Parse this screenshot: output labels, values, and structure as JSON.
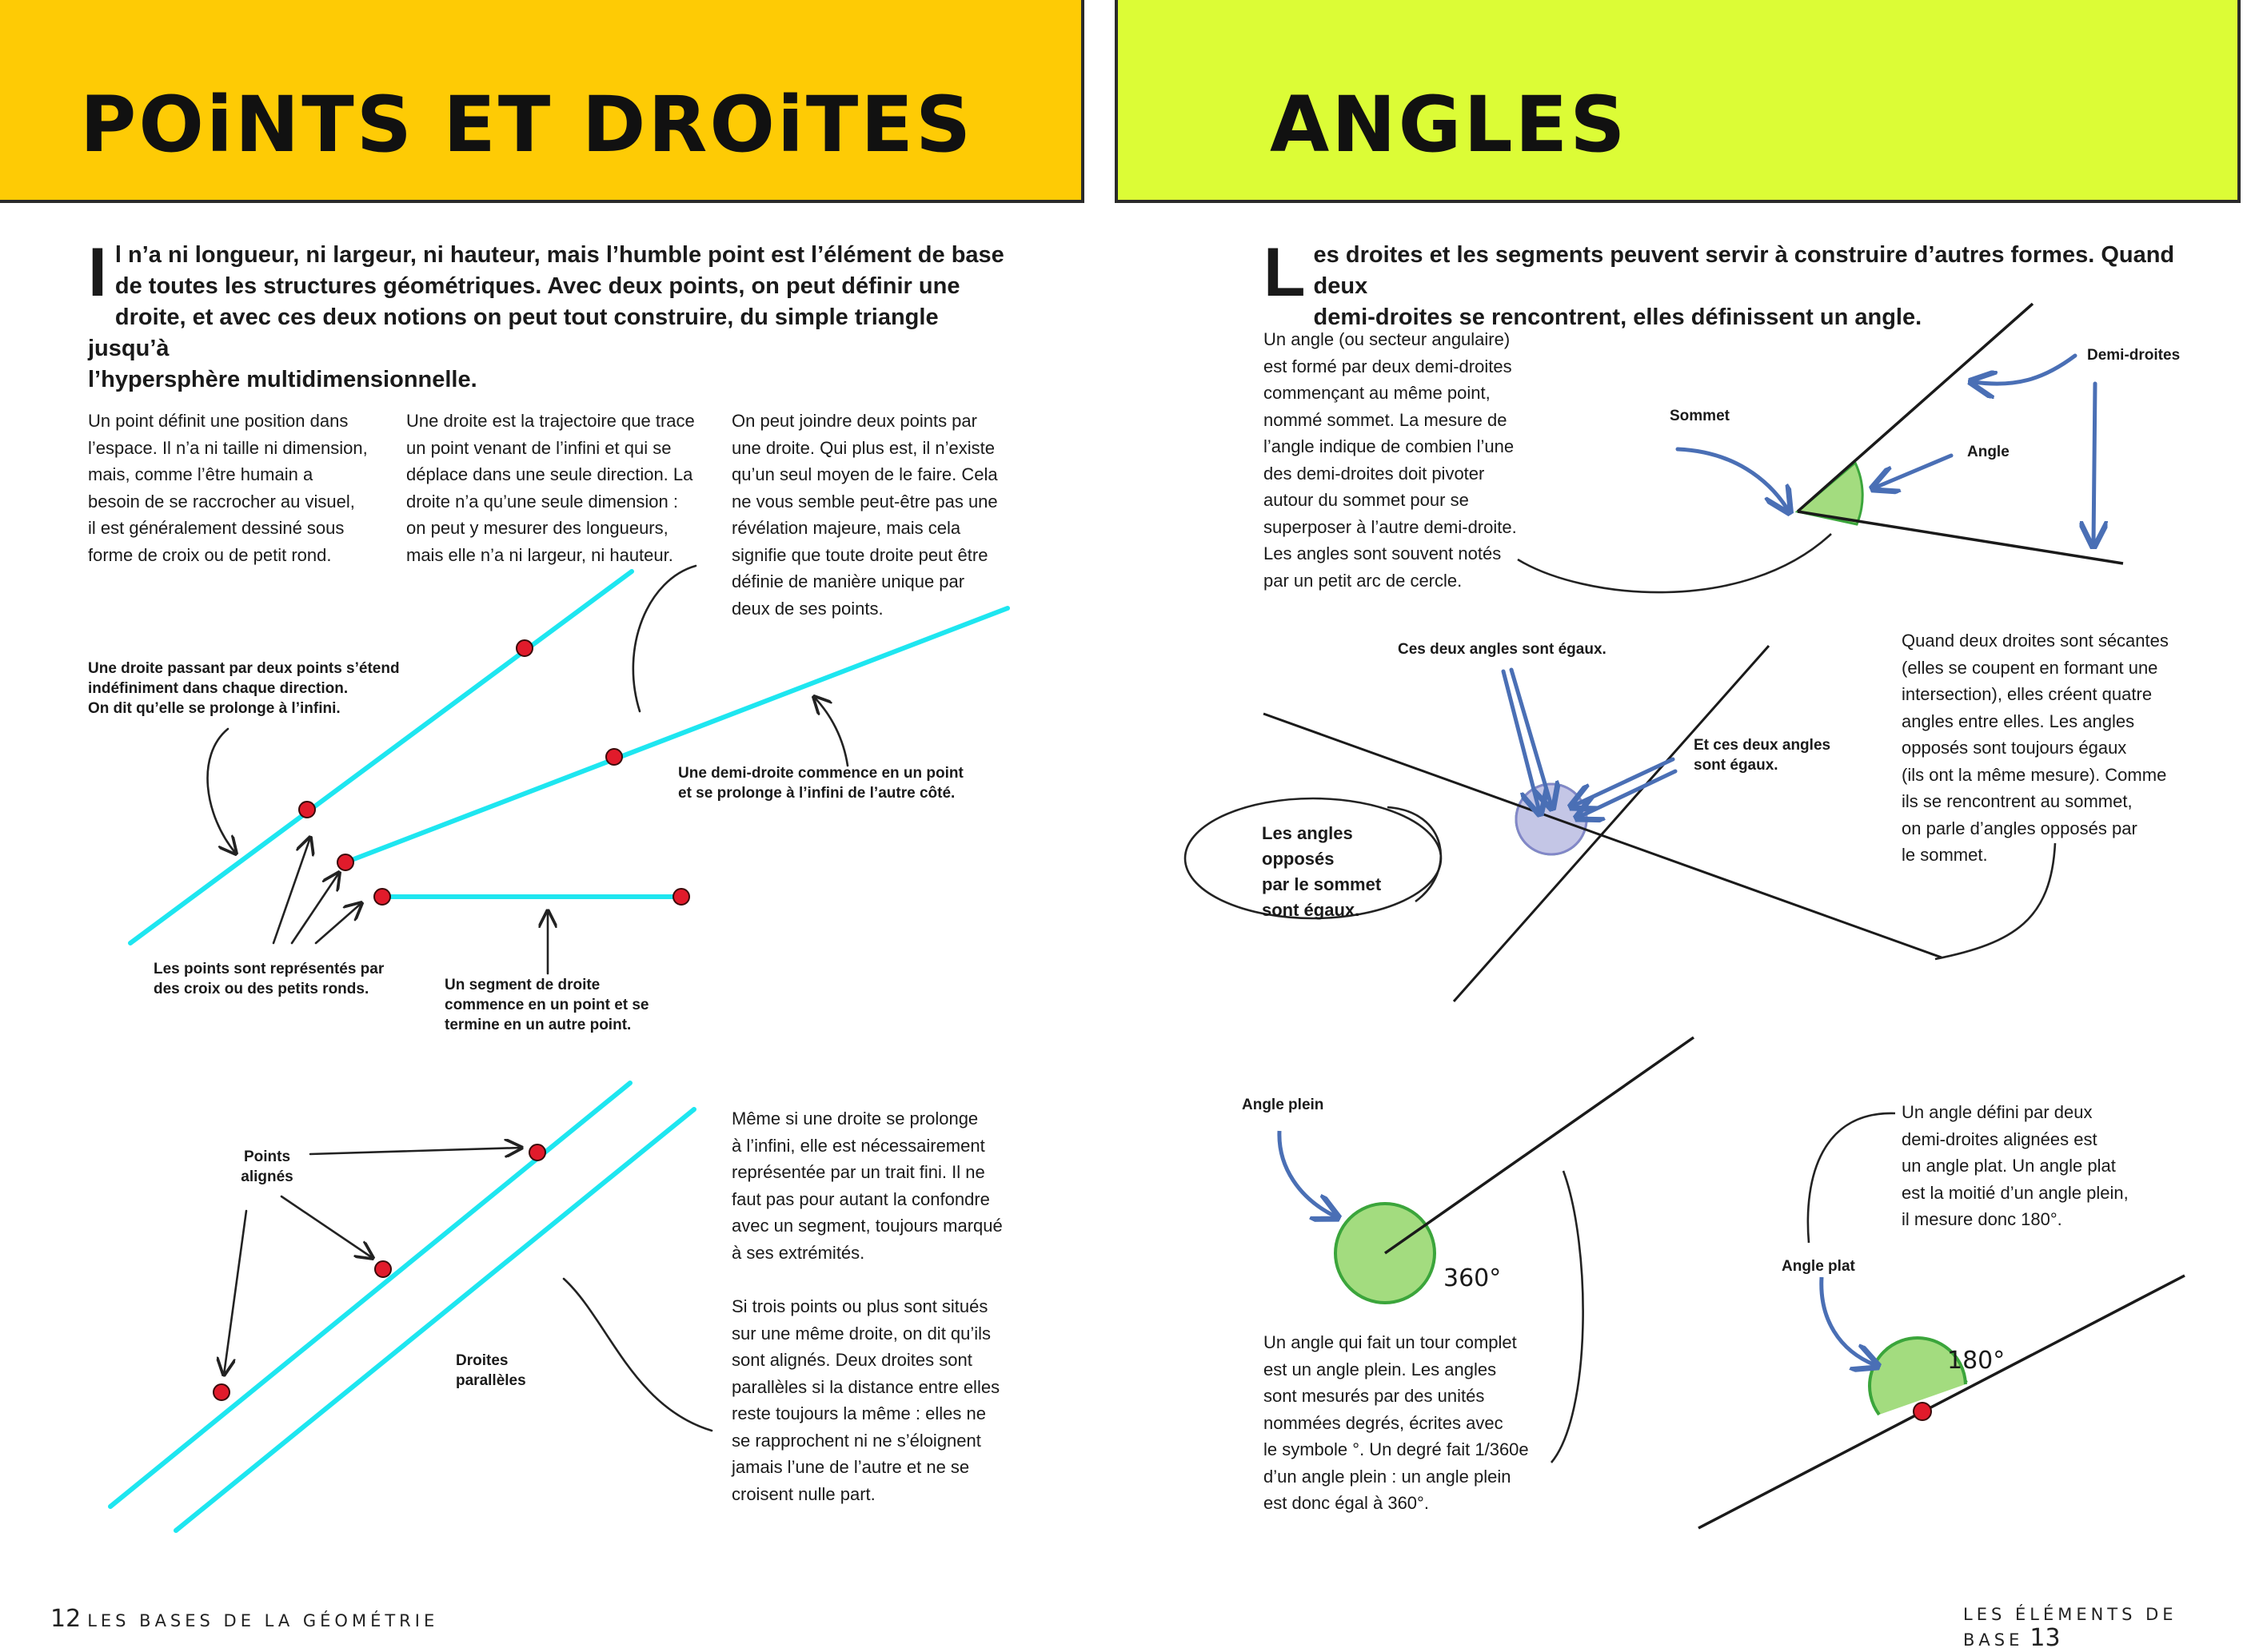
{
  "left_page": {
    "title": "POiNTS ET DROiTES",
    "lead_initial": "I",
    "lead_text": "l n’a ni longueur, ni largeur, ni hauteur, mais l’humble point est l’élément de base\nde toutes les structures géométriques. Avec deux points, on peut définir une\ndroite, et avec ces deux notions on peut tout construire, du simple triangle jusqu’à\nl’hypersphère multidimensionnelle.",
    "col1": "Un point définit une position dans\nl’espace. Il n’a ni taille ni dimension,\nmais, comme l’être humain a\nbesoin de se raccrocher au visuel,\nil est généralement dessiné sous\nforme de croix ou de petit rond.",
    "col2": "Une droite est la trajectoire que trace\nun point venant de l’infini et qui se\ndéplace dans une seule direction. La\ndroite n’a qu’une seule dimension :\non peut y mesurer des longueurs,\nmais elle n’a ni largeur, ni hauteur.",
    "col3": "On peut joindre deux points par\nune droite. Qui plus est, il n’existe\nqu’un seul moyen de le faire. Cela\nne vous semble peut-être pas une\nrévélation majeure, mais cela\nsignifie que toute droite peut être\ndéfinie de manière unique par\ndeux de ses points.",
    "label_droite": "Une droite passant par deux points s’étend\nindéfiniment dans chaque direction.\nOn dit qu’elle se prolonge à l’infini.",
    "label_demi": "Une demi-droite commence en un point\net se prolonge à l’infini de l’autre côté.",
    "label_points": "Les points sont représentés par\ndes croix ou des petits ronds.",
    "label_segment": "Un segment de droite\ncommence en un point et se\ntermine en un autre point.",
    "label_alignes": "Points\nalignés",
    "label_paralleles": "Droites\nparallèles",
    "col3b": "Même si une droite se prolonge\nà l’infini, elle est nécessairement\nreprésentée par un trait fini. Il ne\nfaut pas pour autant la confondre\navec un segment, toujours marqué\nà ses extrémités.",
    "col3c": "Si trois points ou plus sont situés\nsur une même droite, on dit qu’ils\nsont alignés. Deux droites sont\nparallèles si la distance entre elles\nreste toujours la même : elles ne\nse rapprochent ni ne s’éloignent\njamais l’une de l’autre et ne se\ncroisent nulle part.",
    "footer_num": "12",
    "footer_text": "LES BASES DE LA GÉOMÉTRIE"
  },
  "right_page": {
    "title": "ANGLES",
    "lead_initial": "L",
    "lead_text": "es droites et les segments peuvent servir à construire d’autres formes. Quand deux\ndemi-droites se rencontrent, elles définissent un angle.",
    "angle_text": "Un angle (ou secteur angulaire)\nest formé par deux demi-droites\ncommençant au même point,\nnommé sommet. La mesure de\nl’angle indique de combien l’une\ndes demi-droites doit pivoter\nautour du sommet pour se\nsuperposer à l’autre demi-droite.\nLes angles sont souvent notés\npar un petit arc de cercle.",
    "label_demi_droites": "Demi-droites",
    "label_sommet": "Sommet",
    "label_angle": "Angle",
    "label_egaux1": "Ces deux angles sont égaux.",
    "label_egaux2": "Et ces deux angles\nsont égaux.",
    "label_opposes": "Les angles opposés\npar le sommet\nsont égaux.",
    "secantes_text": "Quand deux droites sont sécantes\n(elles se coupent en formant une\nintersection), elles créent quatre\nangles entre elles. Les angles\nopposés sont toujours égaux\n(ils ont la même mesure). Comme\nils se rencontrent au sommet,\non parle d’angles opposés par\nle sommet.",
    "label_angle_plein": "Angle plein",
    "deg_360": "360°",
    "plein_text": "Un angle qui fait un tour complet\nest un angle plein. Les angles\nsont mesurés par des unités\nnommées degrés, écrites avec\nle symbole °. Un degré fait 1/360e\nd’un angle plein : un angle plein\nest donc égal à 360°.",
    "plat_text": "Un angle défini par deux\ndemi-droites alignées est\nun angle plat. Un angle plat\nest la moitié d’un angle plein,\nil mesure donc 180°.",
    "label_angle_plat": "Angle plat",
    "deg_180": "180°",
    "footer_text": "LES ÉLÉMENTS DE BASE",
    "footer_num": "13"
  },
  "colors": {
    "left_band": "#fecb05",
    "right_band": "#dcfc36",
    "line_cyan": "#1ee6f0",
    "point_red": "#e11b2b",
    "arrow_blue": "#4a6fb5",
    "angle_green": "#a3dc7f",
    "angle_purple": "#c8c4f2"
  }
}
